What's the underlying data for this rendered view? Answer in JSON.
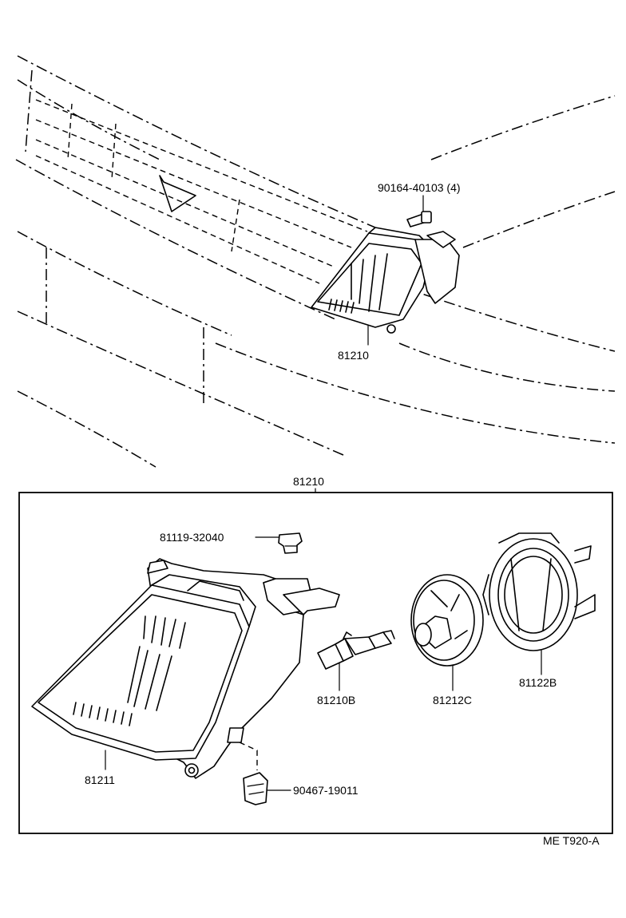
{
  "parts": {
    "bolt": "90164-40103 (4)",
    "lamp_assembly_top": "81210",
    "lamp_assembly_box": "81210",
    "clip": "81119-32040",
    "bulb": "81210B",
    "socket": "81212C",
    "retainer": "81122B",
    "lens_housing": "81211",
    "nut": "90467-19011"
  },
  "diagram_code": "ME T920-A"
}
